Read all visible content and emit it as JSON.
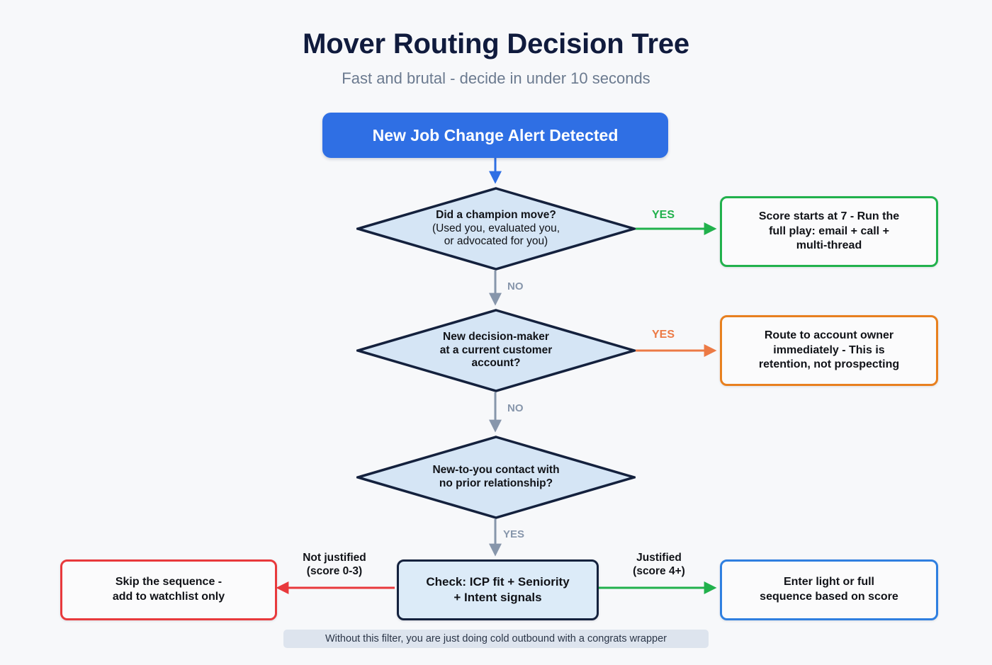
{
  "header": {
    "title": "Mover Routing Decision Tree",
    "subtitle": "Fast and brutal - decide in under 10 seconds"
  },
  "start_node": {
    "label": "New Job Change Alert Detected"
  },
  "diamonds": [
    {
      "id": "champion",
      "line1": "Did a champion move?",
      "line2": "(Used you, evaluated you,",
      "line3": "or advocated for you)"
    },
    {
      "id": "decision-maker",
      "line1": "New decision-maker",
      "line2": "at a current customer",
      "line3": "account?"
    },
    {
      "id": "new-contact",
      "line1": "New-to-you contact with",
      "line2": "no prior relationship?",
      "line3": ""
    }
  ],
  "check_node": {
    "line1": "Check: ICP fit + Seniority",
    "line2": "+ Intent signals"
  },
  "outcomes": {
    "champion": {
      "line1": "Score starts at 7 - Run the",
      "line2": "full play: email + call +",
      "line3": "multi-thread",
      "color": "#21b14c"
    },
    "retention": {
      "line1": "Route to account owner",
      "line2": "immediately - This is",
      "line3": "retention, not prospecting",
      "color": "#e8801f"
    },
    "skip": {
      "line1": "Skip the sequence -",
      "line2": "add to watchlist only",
      "color": "#e8393c"
    },
    "sequence": {
      "line1": "Enter light or full",
      "line2": "sequence based on score",
      "color": "#2f7fe0"
    }
  },
  "edge_labels": {
    "yes_champion": "YES",
    "yes_retention": "YES",
    "no_1": "NO",
    "no_2": "NO",
    "yes_new_contact": "YES",
    "not_justified": "Not justified\n(score 0-3)",
    "justified": "Justified\n(score 4+)"
  },
  "footer": {
    "note": "Without this filter, you are just doing cold outbound with a congrats wrapper"
  },
  "palette": {
    "background": "#f7f8fa",
    "navy": "#14213d",
    "diamond_fill": "#d5e5f5",
    "start_blue": "#2f6fe4",
    "green": "#21b14c",
    "orange": "#e8801f",
    "orange_arrow": "#ec7a45",
    "red": "#e8393c",
    "blue": "#2f7fe0",
    "grey_arrow": "#8796ab"
  }
}
